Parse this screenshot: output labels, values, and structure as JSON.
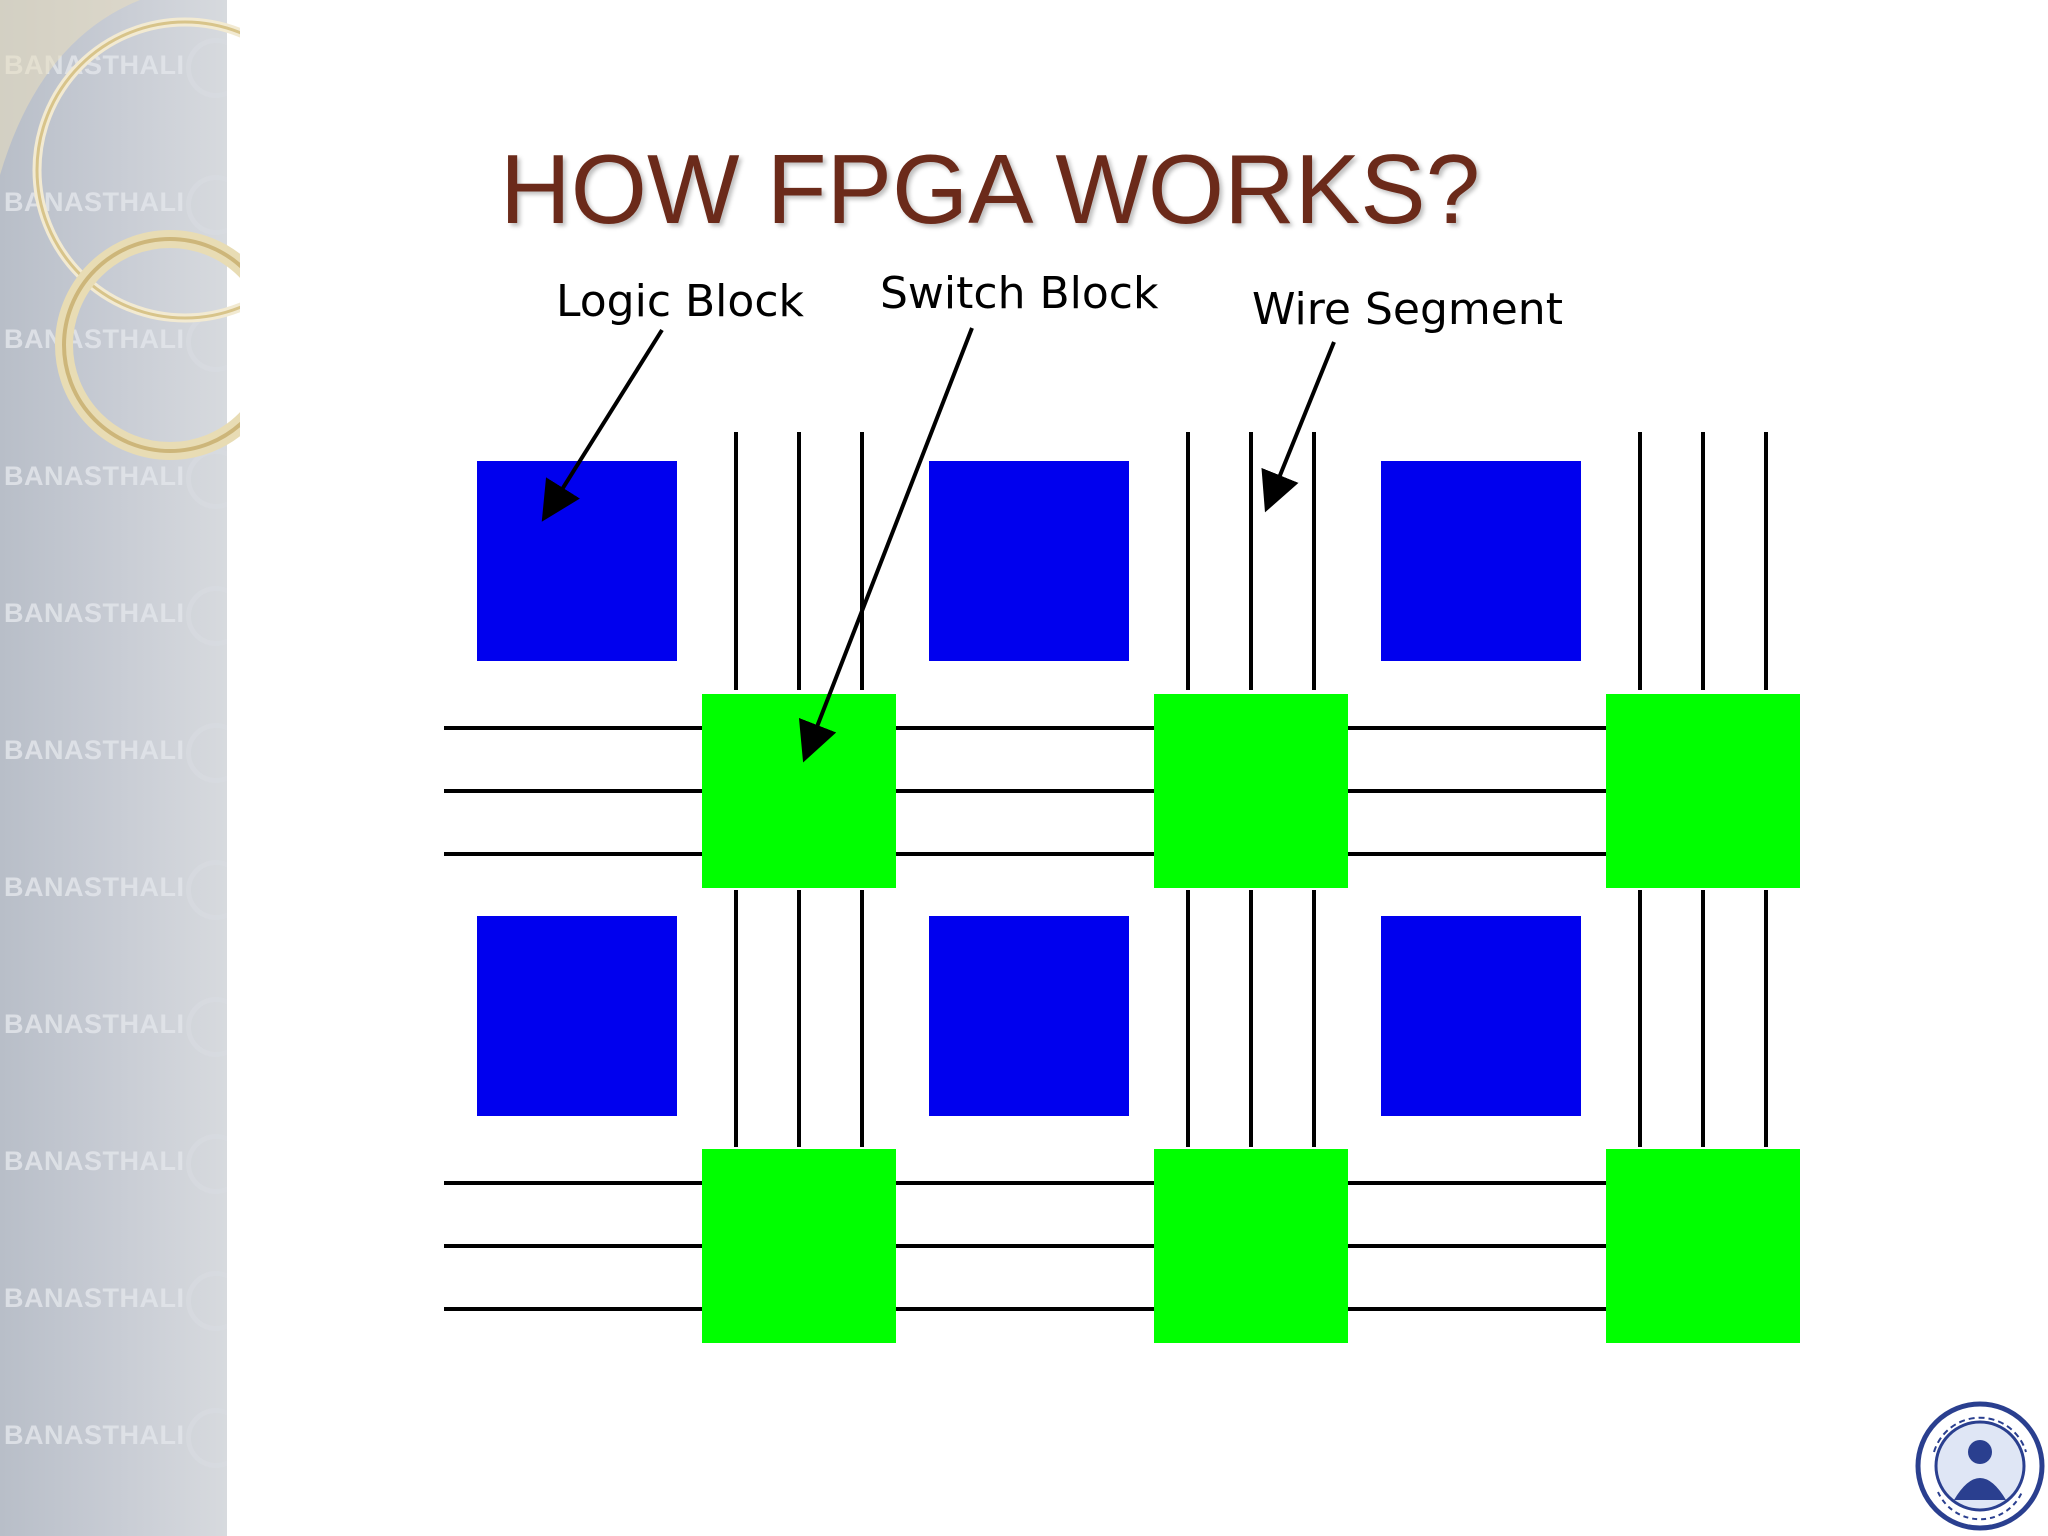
{
  "slide": {
    "title": "HOW FPGA WORKS?",
    "watermark_text": "BANASTHALI",
    "watermark_count": 11
  },
  "diagram": {
    "labels": {
      "logic_block": "Logic Block",
      "switch_block": "Switch Block",
      "wire_segment": "Wire Segment"
    },
    "grid": {
      "logic_block_rows": 2,
      "logic_block_cols": 3,
      "switch_block_rows": 2,
      "switch_block_cols": 3,
      "wires_per_channel": 3
    }
  },
  "colors": {
    "title": "#6b2a1a",
    "logic_block": "#0000ee",
    "switch_block": "#00ff00",
    "wire": "#000000",
    "sidebar": "#c4c9d1",
    "ring_gold": "#d8c48a"
  },
  "icons": {
    "logo": "banasthali-seal-icon"
  }
}
